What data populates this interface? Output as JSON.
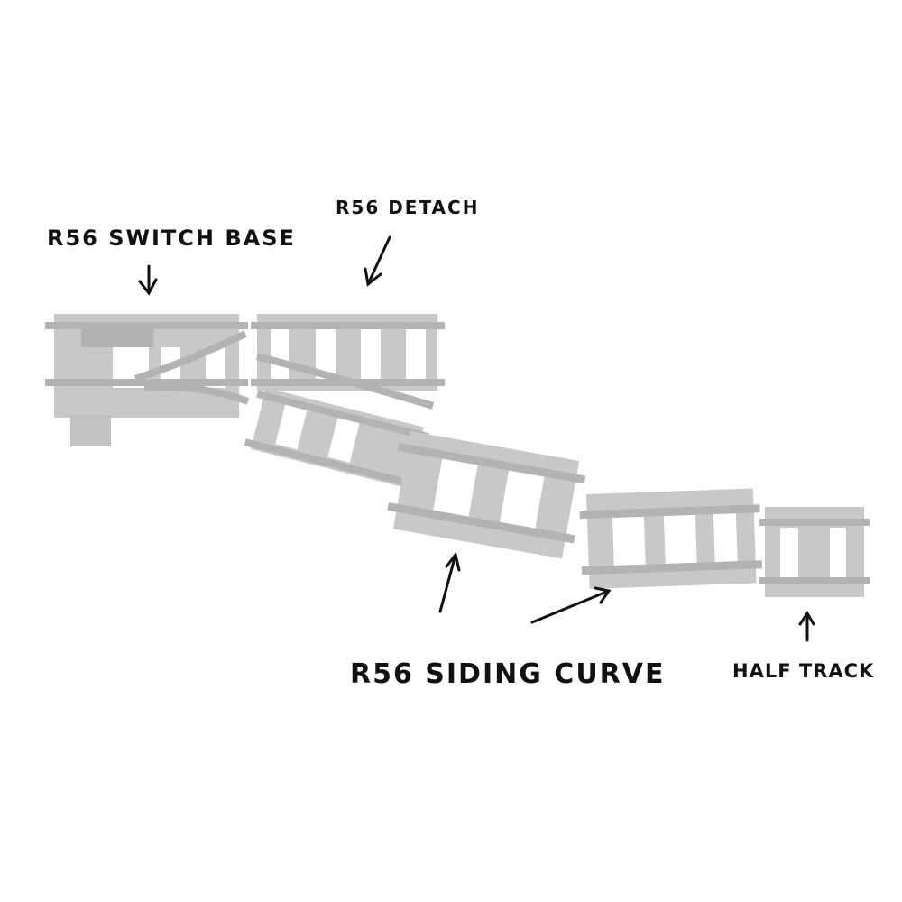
{
  "labels": {
    "switch_base": "R56 SWITCH BASE",
    "detach": "R56 DETACH",
    "siding_curve": "R56 SIDING CURVE",
    "half_track": "HALF TRACK"
  },
  "colors": {
    "track": "#bdbfc1",
    "track_dark": "#a4a6a8",
    "ink": "#111111",
    "background": "#ffffff"
  }
}
